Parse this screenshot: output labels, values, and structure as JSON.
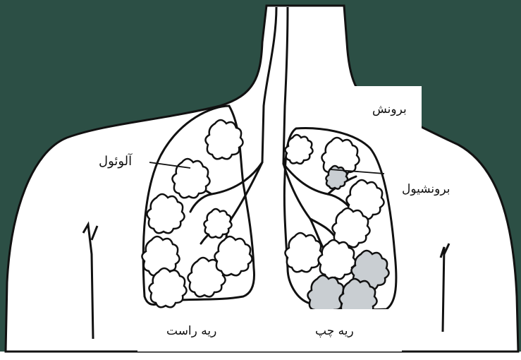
{
  "diagram": {
    "colors": {
      "background": "#2c4f45",
      "body": "#ffffff",
      "outline": "#111111",
      "shaded_alveoli": "#c9ced2"
    },
    "labels": {
      "alveolus": "آلوئول",
      "bronchus": "برونش",
      "bronchiole": "برونشیول",
      "right_lung": "ریه راست",
      "left_lung": "ریه چپ"
    }
  }
}
